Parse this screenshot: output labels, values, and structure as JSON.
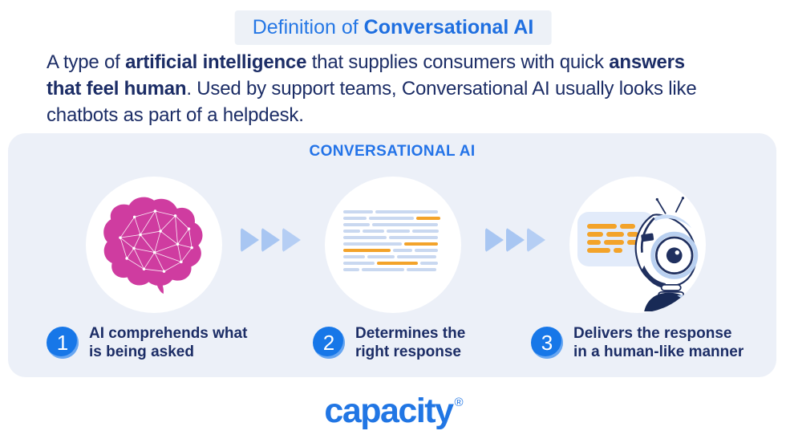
{
  "title": {
    "prefix": "Definition of",
    "highlight": "Conversational AI"
  },
  "definition_segments": [
    {
      "text": "A type of "
    },
    {
      "text": "artificial intelligence",
      "bold": true
    },
    {
      "text": " that supplies consumers with quick "
    },
    {
      "text": "answers",
      "bold": true
    },
    {
      "break": true
    },
    {
      "text": "that feel human",
      "bold": true
    },
    {
      "text": ". Used by support teams, Conversational AI usually looks like"
    },
    {
      "break": true
    },
    {
      "text": "chatbots as part of a helpdesk."
    }
  ],
  "panel": {
    "heading": "CONVERSATIONAL AI"
  },
  "steps": [
    {
      "number": "1",
      "line1": "AI comprehends what",
      "line2": "is being asked"
    },
    {
      "number": "2",
      "line1": "Determines the",
      "line2": "right response"
    },
    {
      "number": "3",
      "line1": "Delivers the response",
      "line2": "in a human-like manner"
    }
  ],
  "icons": {
    "step1": "brain-network-icon",
    "step2": "document-text-icon",
    "step3": "robot-speech-icon",
    "flow": "triple-chevron-right-icon"
  },
  "graphics": {
    "document_rows": [
      [
        [
          30,
          "blue"
        ],
        [
          64,
          "blue"
        ]
      ],
      [
        [
          24,
          "blue"
        ],
        [
          46,
          "blue"
        ],
        [
          24,
          "orange"
        ]
      ],
      [
        [
          27,
          "blue"
        ],
        [
          67,
          "blue"
        ]
      ],
      [
        [
          17,
          "blue"
        ],
        [
          22,
          "blue"
        ],
        [
          24,
          "blue"
        ],
        [
          27,
          "blue"
        ]
      ],
      [
        [
          44,
          "blue"
        ],
        [
          50,
          "blue"
        ]
      ],
      [
        [
          60,
          "blue"
        ],
        [
          34,
          "orange"
        ]
      ],
      [
        [
          48,
          "orange"
        ],
        [
          20,
          "blue"
        ],
        [
          24,
          "blue"
        ]
      ],
      [
        [
          22,
          "blue"
        ],
        [
          28,
          "blue"
        ],
        [
          40,
          "blue"
        ]
      ],
      [
        [
          32,
          "blue"
        ],
        [
          42,
          "orange"
        ],
        [
          18,
          "blue"
        ]
      ],
      [
        [
          16,
          "blue"
        ],
        [
          44,
          "blue"
        ],
        [
          30,
          "blue"
        ]
      ]
    ],
    "speech_bubble_rows": [
      [
        [
          52,
          "orange"
        ],
        [
          26,
          "orange"
        ]
      ],
      [
        [
          28,
          "orange"
        ],
        [
          30,
          "orange"
        ],
        [
          20,
          "orange"
        ]
      ],
      [
        [
          24,
          "orange"
        ],
        [
          34,
          "orange"
        ],
        [
          22,
          "orange"
        ]
      ],
      [
        [
          40,
          "orange"
        ],
        [
          16,
          "orange"
        ]
      ]
    ]
  },
  "footer": {
    "logo_text": "capacity",
    "logo_mark": "®"
  },
  "colors": {
    "accent_blue": "#2577e5",
    "heading_blue": "#2373e8",
    "navy_text": "#1c2d66",
    "panel_bg": "#ecf0f8",
    "title_pill_bg": "#edf1f7",
    "brain_pink": "#cf3ca0",
    "orange_bar": "#f3a32a",
    "blue_bar": "#c9d8f0",
    "arrow_blue": "#a8c6f2",
    "step_circle_blue": "#1777e8",
    "bubble_bg": "#e2ebfa",
    "robot_navy": "#20305f",
    "logo_blue": "#2176e4"
  }
}
